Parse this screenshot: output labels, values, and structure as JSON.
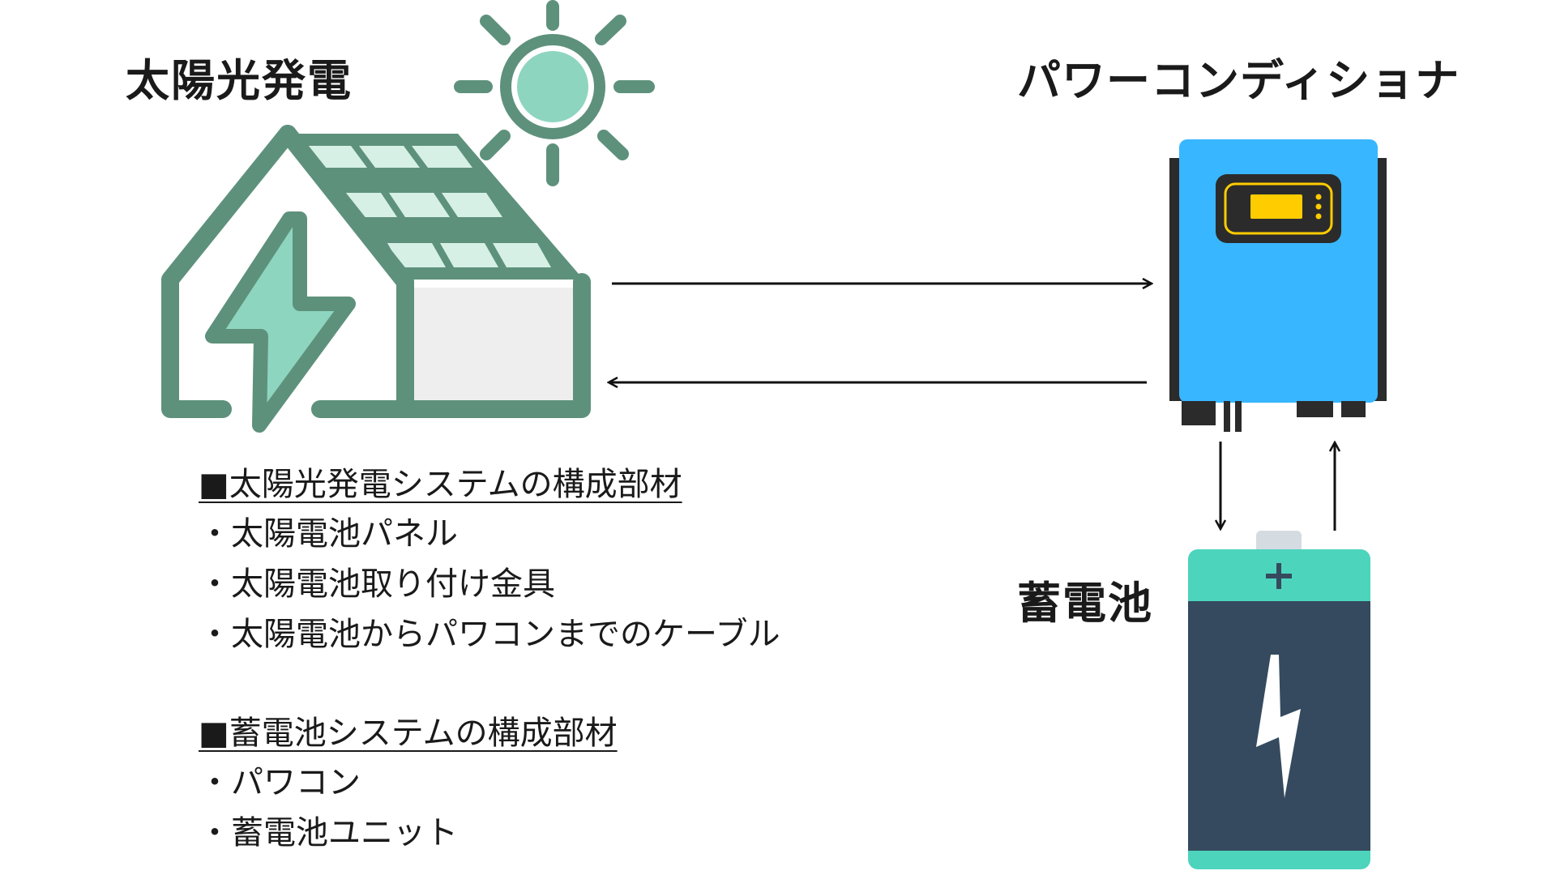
{
  "labels": {
    "solar": "太陽光発電",
    "pcs": "パワーコンディショナ",
    "battery": "蓄電池"
  },
  "lists": {
    "solar": {
      "heading": "■太陽光発電システムの構成部材",
      "items": [
        "・太陽電池パネル",
        "・太陽電池取り付け金具",
        "・太陽電池からパワコンまでのケーブル"
      ]
    },
    "battery": {
      "heading": "■蓄電池システムの構成部材",
      "items": [
        "・パワコン",
        "・蓄電池ユニット"
      ]
    }
  },
  "icons": {
    "house": "solar-house-icon",
    "sun": "sun-icon",
    "pcs": "power-conditioner-icon",
    "battery": "battery-icon"
  },
  "colors": {
    "house_green": "#5e917c",
    "mint": "#8ed5bf",
    "panel": "#d6f0e6",
    "wall": "#eeeeee",
    "pcs_blue": "#38b6ff",
    "pcs_dark": "#2b2b2b",
    "display_yellow": "#ffcc00",
    "battery_teal": "#4dd4bd",
    "battery_body": "#354a5e",
    "battery_cap": "#d4dce2"
  }
}
